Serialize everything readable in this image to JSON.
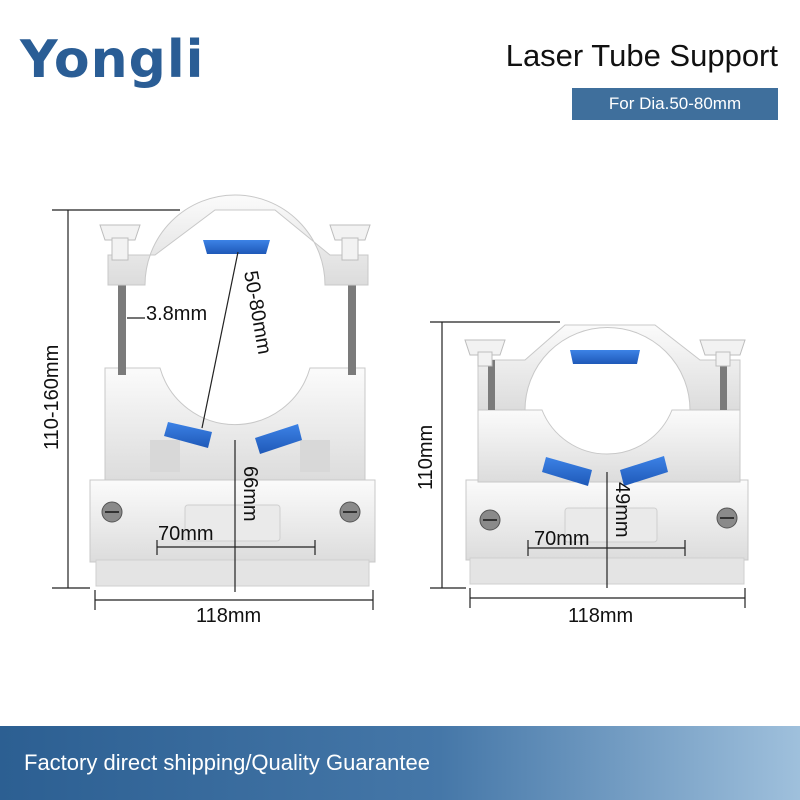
{
  "brand": {
    "name": "Yongli"
  },
  "header": {
    "title": "Laser Tube Support",
    "badge": "For Dia.50-80mm"
  },
  "left_product": {
    "height": "110-160mm",
    "width": "118mm",
    "base_width": "70mm",
    "base_height": "66mm",
    "rod": "3.8mm",
    "diameter": "50-80mm"
  },
  "right_product": {
    "height": "110mm",
    "width": "118mm",
    "base_width": "70mm",
    "base_height": "49mm"
  },
  "footer": {
    "text": "Factory direct shipping/Quality Guarantee"
  },
  "colors": {
    "brand": "#2a5d95",
    "badge": "#3f6f9c",
    "pad": "#2f6fd0"
  }
}
